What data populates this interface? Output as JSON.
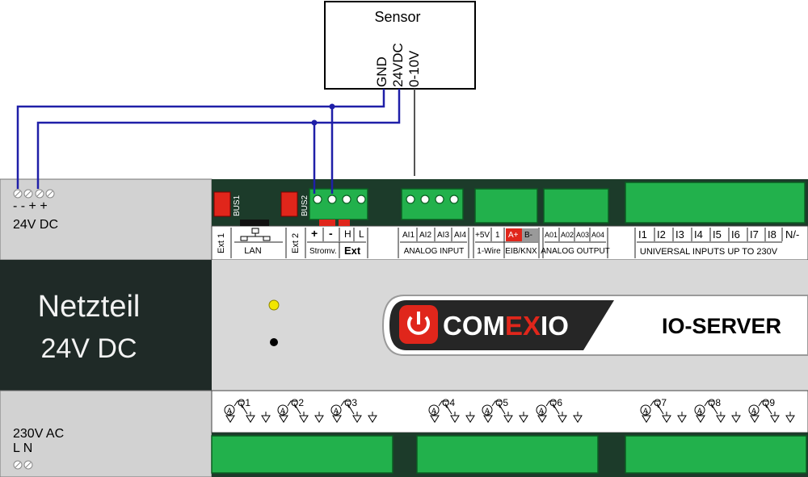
{
  "sensor": {
    "title": "Sensor",
    "pins": [
      "GND",
      "24VDC",
      "0-10V"
    ]
  },
  "psu": {
    "terminal_signs": "- - + +",
    "output_label": "24V DC",
    "name": "Netzteil",
    "voltage": "24V DC",
    "input_label": "230V AC",
    "input_terminals": "L N"
  },
  "server": {
    "bus1": "BUS1",
    "bus2": "BUS2",
    "ext1": "Ext 1",
    "ext2": "Ext 2",
    "lan": "LAN",
    "strom_plus": "+",
    "strom_minus": "-",
    "strom_label": "Stromv.",
    "ext_h": "H",
    "ext_l": "L",
    "ext_label": "Ext",
    "analog_inputs": [
      "AI1",
      "AI2",
      "AI3",
      "AI4"
    ],
    "analog_input_label": "ANALOG INPUT",
    "onewire_pins": [
      "+5V",
      "1"
    ],
    "onewire_label": "1-Wire",
    "knx_pins": [
      "A+",
      "B-"
    ],
    "knx_label": "EIB/KNX",
    "analog_outputs": [
      "A01",
      "A02",
      "A03",
      "A04"
    ],
    "analog_output_label": "ANALOG OUTPUT",
    "universal_inputs": [
      "I1",
      "I2",
      "I3",
      "I4",
      "I5",
      "I6",
      "I7",
      "I8",
      "N/-"
    ],
    "universal_label": "UNIVERSAL INPUTS UP TO 230V",
    "brand_part1": "COM",
    "brand_part2": "EX",
    "brand_part3": "IO",
    "product": "IO-SERVER",
    "outputs": [
      "Q1",
      "Q2",
      "Q3",
      "Q4",
      "Q5",
      "Q6",
      "Q7",
      "Q8",
      "Q9"
    ],
    "ammeter_symbol": "A"
  },
  "colors": {
    "terminal_green": "#22b14c",
    "wire_blue": "#1f1fa8",
    "wire_gray": "#555555",
    "brand_red": "#e0261b",
    "led_yellow": "#f2e600",
    "psu_dark": "#1f2a27",
    "housing_gray": "#d2d2d2"
  }
}
